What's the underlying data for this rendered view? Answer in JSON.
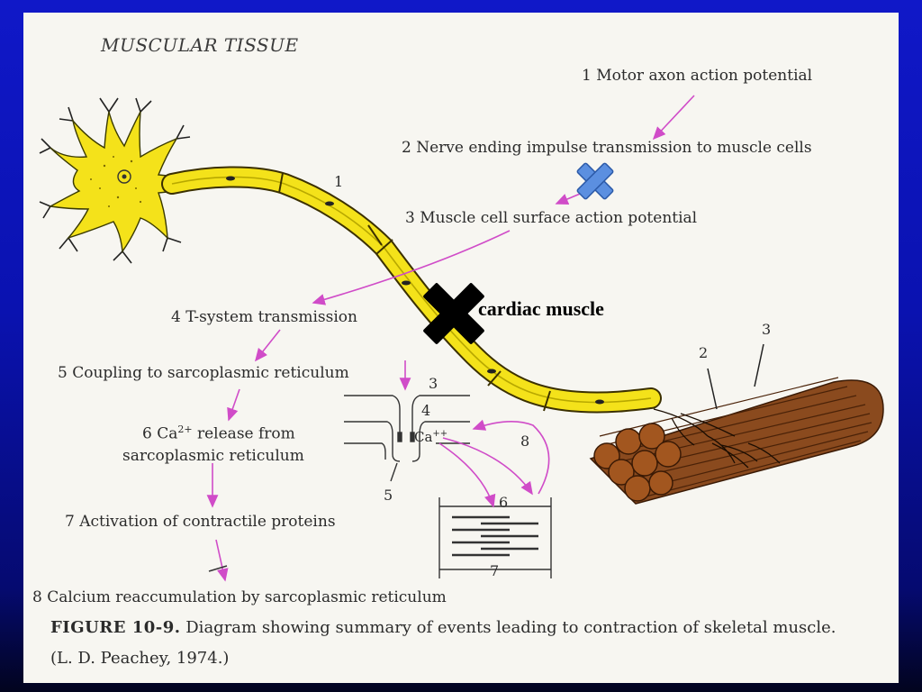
{
  "diagram": {
    "title": "MUSCULAR TISSUE",
    "steps": [
      {
        "label": "1  Motor axon action potential"
      },
      {
        "label": "2  Nerve ending impulse transmission to muscle cells"
      },
      {
        "label": "3  Muscle cell surface action potential"
      },
      {
        "label": "4  T-system transmission"
      },
      {
        "label": "5  Coupling to sarcoplasmic reticulum"
      },
      {
        "label": "6 Ca",
        "sup": "2+",
        "rest": "release from",
        "line2": "sarcoplasmic reticulum"
      },
      {
        "label": "7  Activation of contractile proteins"
      },
      {
        "label": "8  Calcium reaccumulation by sarcoplasmic reticulum"
      }
    ],
    "numbers": {
      "n1": "1",
      "n2": "2",
      "n3": "3",
      "syn3": "3",
      "syn4": "4",
      "syn5": "5",
      "syn6": "6",
      "syn7": "7",
      "syn8": "8",
      "ca": "Ca",
      "ca_sup": "++"
    },
    "annotation": "cardiac muscle",
    "caption": {
      "figure": "FIGURE 10-9.",
      "text": " Diagram showing summary of events leading to contraction of skeletal muscle.",
      "line2": "(L. D. Peachey, 1974.)"
    }
  },
  "colors": {
    "slide_background": "#0a12b0",
    "neuron_yellow": "#f4e21a",
    "muscle_brown": "#8a4a1e",
    "arrow_magenta": "#d04cc8",
    "blue_x_marker": "#5b8fe0",
    "black_x_marker": "#000000"
  },
  "icons": {
    "blue_marker": "blue-x-mark-icon",
    "black_marker": "black-x-mark-icon"
  }
}
